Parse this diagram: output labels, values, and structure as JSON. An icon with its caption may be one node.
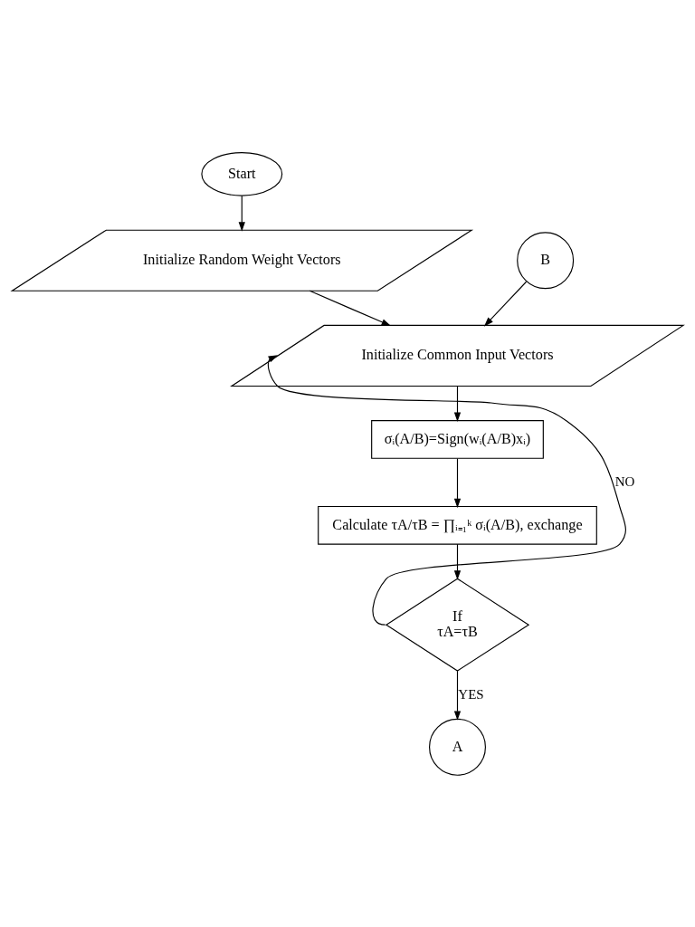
{
  "diagram": {
    "nodes": [
      {
        "text": [
          "Start"
        ]
      },
      {
        "text": [
          "Initialize Random Weight Vectors"
        ]
      },
      {
        "text": [
          "B"
        ]
      },
      {
        "text": [
          "Initialize Common Input Vectors"
        ]
      },
      {
        "text": [
          "σᵢ(A/B)=Sign(wᵢ(A/B)xᵢ)"
        ]
      },
      {
        "text": [
          "Calculate τA/τB = ∏ᵢ₌₁ᵏ σᵢ(A/B), exchange"
        ]
      },
      {
        "text": [
          "If",
          "τA=τB"
        ]
      },
      {
        "text": [
          "A"
        ]
      }
    ],
    "edges": [
      {
        "from": 0,
        "to": 1,
        "arrow": "to"
      },
      {
        "from": 1,
        "to": 3,
        "arrow": "to"
      },
      {
        "from": 2,
        "to": 3,
        "arrow": "to"
      },
      {
        "from": 3,
        "to": 4,
        "arrow": "to"
      },
      {
        "from": 4,
        "to": 5,
        "arrow": "to"
      },
      {
        "from": 5,
        "to": 6,
        "arrow": "to"
      },
      {
        "from": 6,
        "to": 3,
        "arrow": "to",
        "label": "NO"
      },
      {
        "from": 6,
        "to": 7,
        "arrow": "to",
        "label": "YES"
      }
    ]
  }
}
